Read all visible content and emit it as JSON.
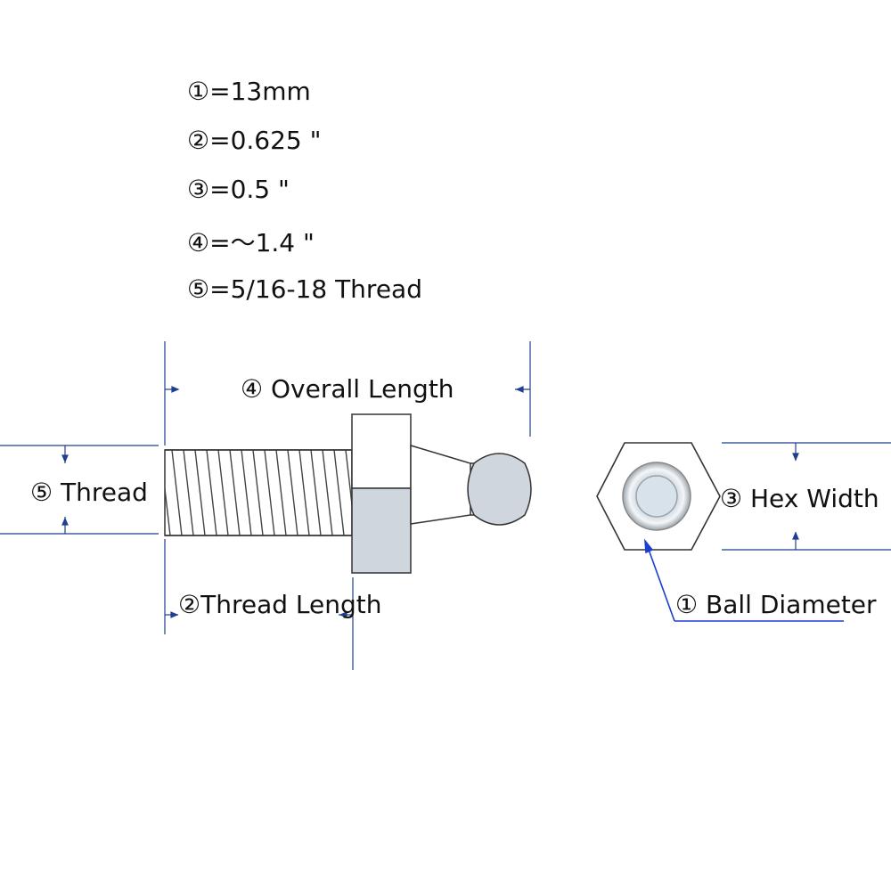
{
  "specs": [
    {
      "num": "①",
      "text": "=13mm"
    },
    {
      "num": "②",
      "text": "=0.625 \""
    },
    {
      "num": "③",
      "text": "=0.5 \""
    },
    {
      "num": "④",
      "text": "=〜1.4 \""
    },
    {
      "num": "⑤",
      "text": "=5/16-18 Thread"
    }
  ],
  "labels": {
    "overall_length": "④ Overall Length",
    "thread": "⑤ Thread",
    "thread_length": "②Thread Length",
    "hex_width": "③ Hex Width",
    "ball_diameter": "① Ball Diameter"
  },
  "colors": {
    "dimension": "#1f3f8f",
    "leader": "#1a3fd0",
    "outline": "#333333",
    "fill_gray": "#cfd6de"
  }
}
